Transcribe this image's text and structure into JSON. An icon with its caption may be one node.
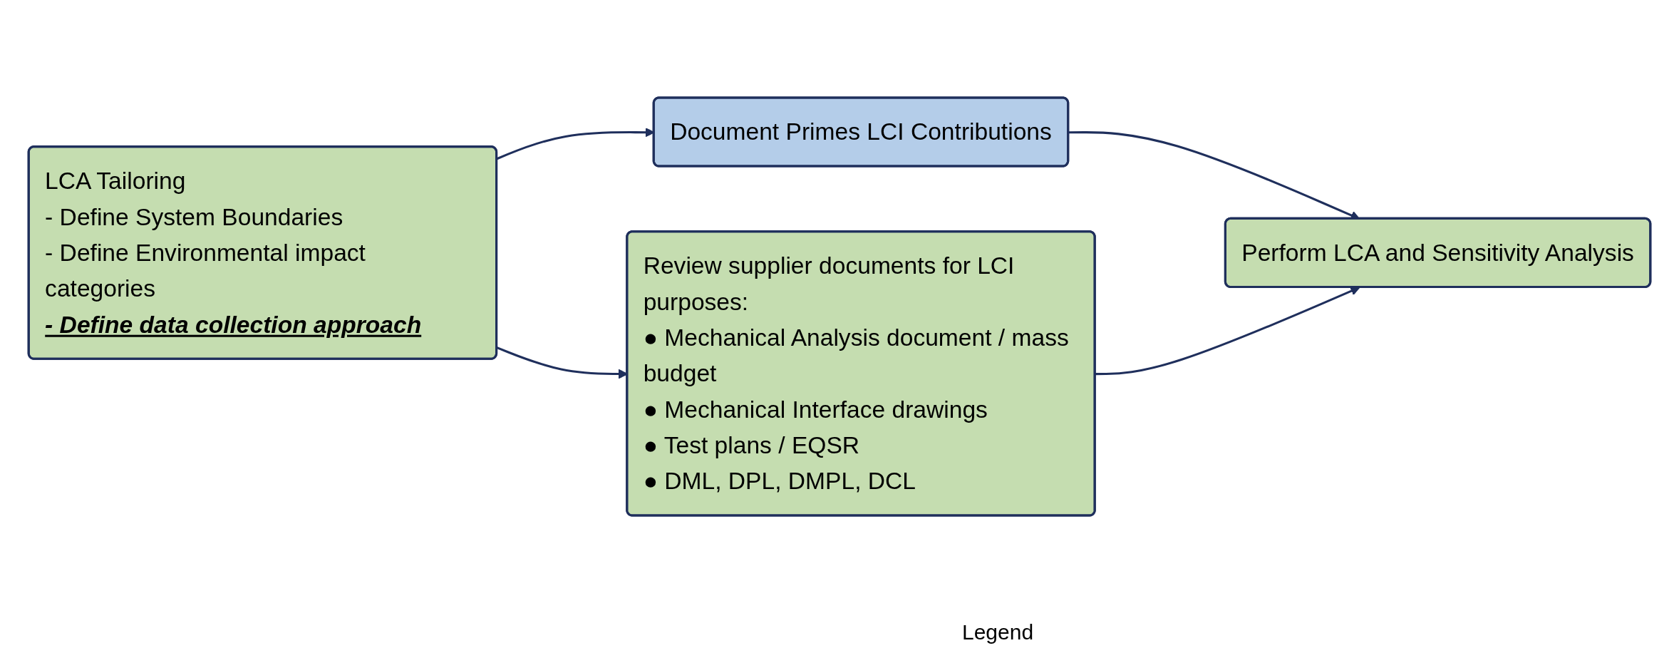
{
  "diagram": {
    "nodes": [
      {
        "text": [
          "LCA Tailoring",
          "- Define System Boundaries",
          "- Define Environmental impact categories",
          "- Define data collection approach"
        ]
      },
      {
        "text": [
          "Document Primes LCI Contributions"
        ]
      },
      {
        "text": [
          "Review supplier documents for LCI purposes:",
          "● Mechanical Analysis document / mass budget",
          "● Mechanical Interface drawings",
          "● Test plans / EQSR",
          "● DML, DPL, DMPL, DCL"
        ]
      },
      {
        "text": [
          "Perform LCA and Sensitivity Analysis"
        ]
      }
    ],
    "edges": [
      {
        "from": 0,
        "to": 1,
        "arrow": "to"
      },
      {
        "from": 0,
        "to": 2,
        "arrow": "to"
      },
      {
        "from": 1,
        "to": 3,
        "arrow": "to"
      },
      {
        "from": 2,
        "to": 3,
        "arrow": "to"
      }
    ],
    "labels": [
      "Legend"
    ]
  }
}
